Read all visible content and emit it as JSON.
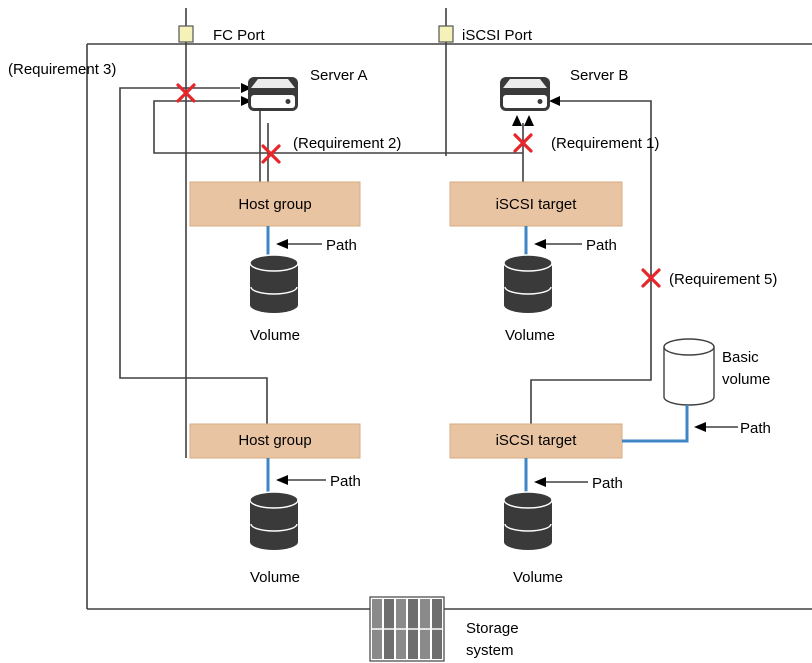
{
  "ports": {
    "fc": "FC Port",
    "iscsi": "iSCSI Port"
  },
  "servers": {
    "a": "Server A",
    "b": "Server B"
  },
  "requirements": {
    "r1": "(Requirement 1)",
    "r2": "(Requirement 2)",
    "r3": "(Requirement 3)",
    "r5": "(Requirement 5)"
  },
  "boxes": {
    "host_group_top": "Host group",
    "iscsi_target_top": "iSCSI target",
    "host_group_bottom": "Host group",
    "iscsi_target_bottom": "iSCSI target"
  },
  "paths": {
    "p1": "Path",
    "p2": "Path",
    "p3": "Path",
    "p4": "Path",
    "p5": "Path"
  },
  "volumes": {
    "v1": "Volume",
    "v2": "Volume",
    "v3": "Volume",
    "v4": "Volume"
  },
  "basic_volume": {
    "line1": "Basic",
    "line2": "volume"
  },
  "storage": {
    "line1": "Storage",
    "line2": "system"
  },
  "colors": {
    "box_fill": "#e9c4a2",
    "path_line": "#3f86c7",
    "deny_mark": "#e6262a",
    "port_fill": "#f4f2b8"
  }
}
